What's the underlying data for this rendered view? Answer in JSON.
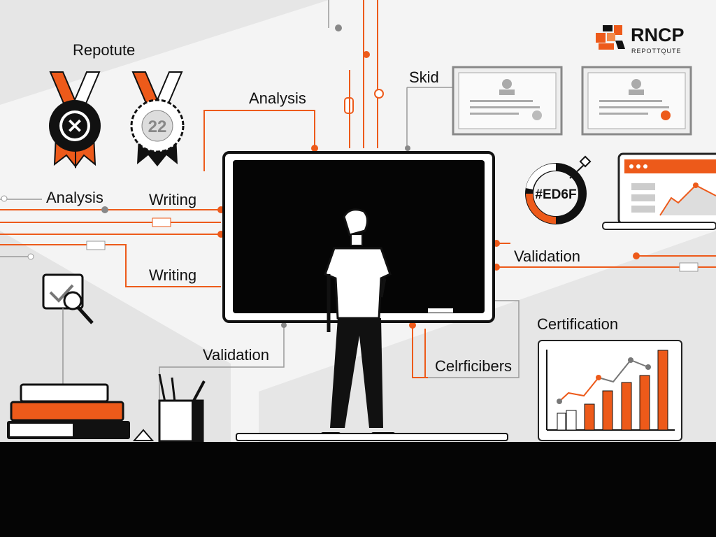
{
  "logo": {
    "title": "RNCP",
    "subtitle": "REPOTTQUTE"
  },
  "labels": {
    "repotute": "Repotute",
    "analysis_top": "Analysis",
    "skid": "Skid",
    "analysis_left": "Analysis",
    "writing_1": "Writing",
    "writing_2": "Writing",
    "validation_right": "Validation",
    "validation_left": "Validation",
    "certification": "Certification",
    "certificiers": "Celrficibers"
  },
  "ring_badge": {
    "text": "#ED6F"
  },
  "medals": [
    {
      "glyph": "✕"
    },
    {
      "glyph": "22"
    }
  ],
  "colors": {
    "accent": "#ed5a1a",
    "dark": "#0a0a0a",
    "bg": "#f4f4f4"
  }
}
